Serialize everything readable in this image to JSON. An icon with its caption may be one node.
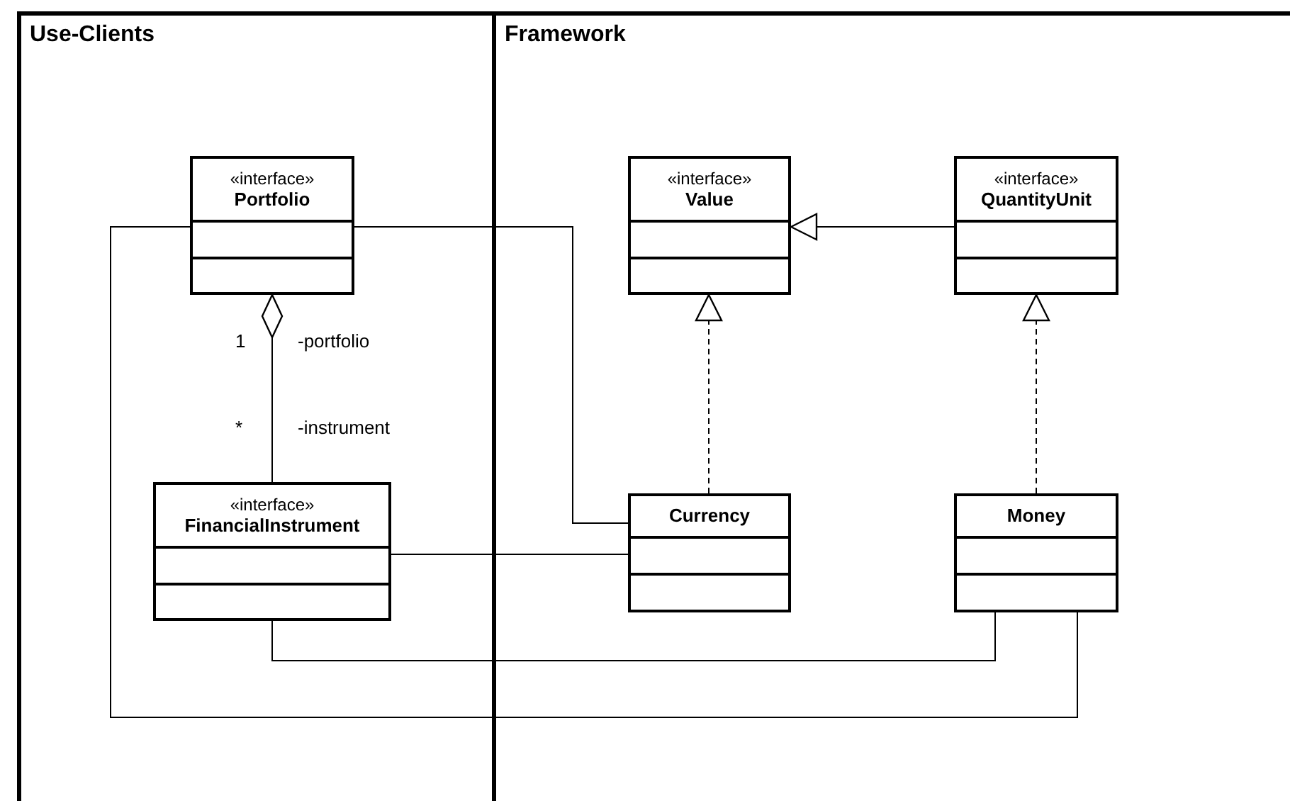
{
  "diagram": {
    "nodes": [
      {
        "text": [
          "Use-Clients"
        ]
      },
      {
        "text": [
          "«interface»",
          "Portfolio"
        ],
        "in": 0
      },
      {
        "text": [
          "«interface»",
          "FinancialInstrument"
        ],
        "in": 0
      },
      {
        "text": [
          "Framework"
        ]
      },
      {
        "text": [
          "«interface»",
          "Value"
        ],
        "in": 3
      },
      {
        "text": [
          "«interface»",
          "QuantityUnit"
        ],
        "in": 3
      },
      {
        "text": [
          "Currency"
        ],
        "in": 3
      },
      {
        "text": [
          "Money"
        ],
        "in": 3
      }
    ],
    "edges": [
      {
        "from": 2,
        "to": 1,
        "arrow": "other"
      },
      {
        "from": 1,
        "to": 6,
        "arrow": "none"
      },
      {
        "from": 2,
        "to": 6,
        "arrow": "none"
      },
      {
        "from": 5,
        "to": 4,
        "arrow": "to"
      },
      {
        "from": 6,
        "to": 4,
        "arrow": "to",
        "style": "dashed"
      },
      {
        "from": 7,
        "to": 5,
        "arrow": "to",
        "style": "dashed"
      },
      {
        "from": 2,
        "to": 7,
        "arrow": "none"
      },
      {
        "from": 1,
        "to": 7,
        "arrow": "none"
      }
    ],
    "labels": [
      "1",
      "-portfolio",
      "*",
      "-instrument"
    ]
  }
}
